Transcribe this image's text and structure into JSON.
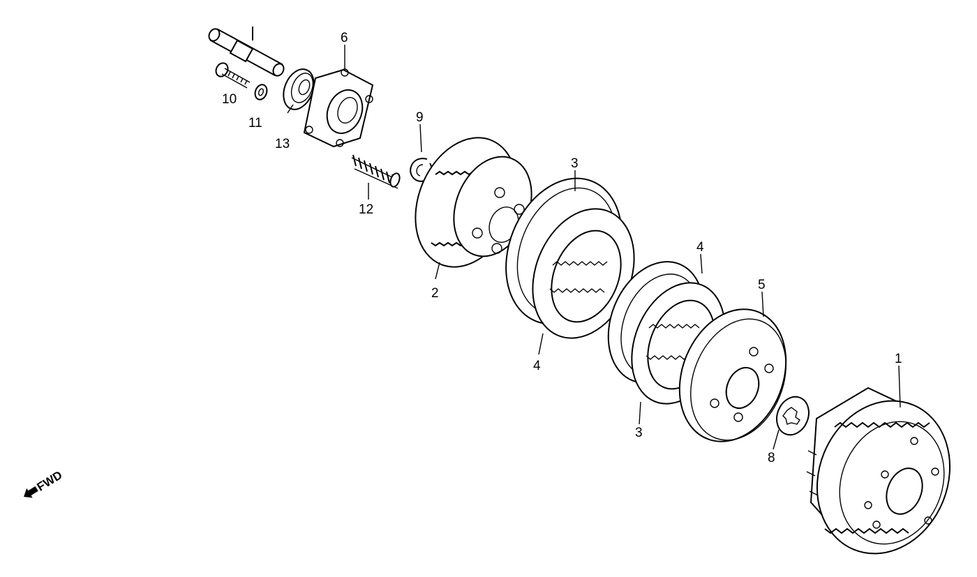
{
  "diagram": {
    "callouts": {
      "c1": "1",
      "c2": "2",
      "c3a": "3",
      "c3b": "3",
      "c4a": "4",
      "c4b": "4",
      "c5": "5",
      "c6": "6",
      "c8": "8",
      "c9": "9",
      "c10": "10",
      "c11": "11",
      "c12": "12",
      "c13": "13"
    },
    "direction_label": "FWD"
  }
}
